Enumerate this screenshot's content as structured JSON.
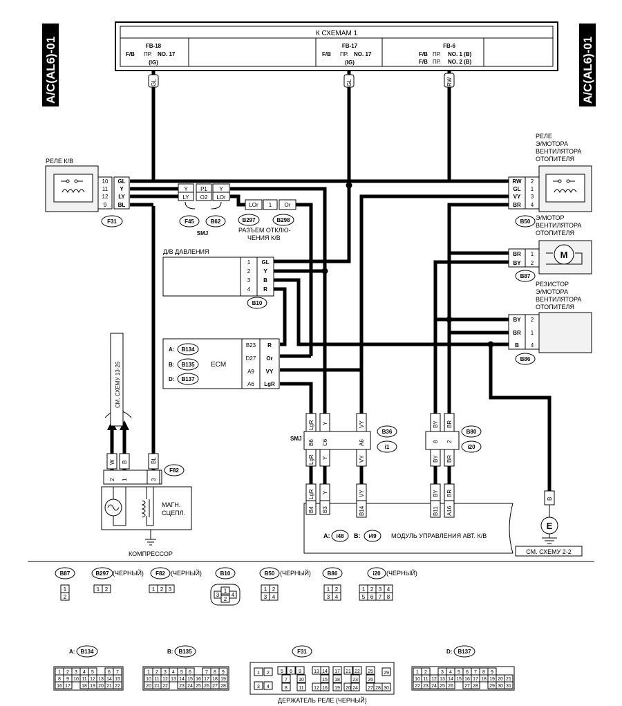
{
  "side_label": "A/C(AL6)-01",
  "top_block": {
    "title": "К СХЕМАМ 1",
    "fuses": [
      {
        "code": "FB-18",
        "fb": "F/B",
        "pr": "ПР.",
        "no": "NO. 17",
        "sub": "(IG)"
      },
      {
        "code": "FB-17",
        "fb": "F/B",
        "pr": "ПР.",
        "no": "NO. 17",
        "sub": "(IG)"
      },
      {
        "code": "FB-6",
        "fb": "F/B",
        "pr": "ПР.",
        "no1": "NO. 1 (B)",
        "no2": "NO. 2 (B)",
        "fb2": "F/B",
        "pr2": "ПР."
      }
    ],
    "wire_tags": [
      "GL",
      "GL",
      "RW"
    ]
  },
  "ac_relay": {
    "title": "РЕЛЕ К/В",
    "pins": [
      "10",
      "11",
      "12",
      "9"
    ],
    "wires": [
      "GL",
      "Y",
      "LY",
      "BL"
    ],
    "conn": "F31"
  },
  "smj_small": {
    "left": [
      "Y",
      "LY"
    ],
    "mid": [
      "P1",
      "O2"
    ],
    "right": [
      "Y",
      "LOr"
    ],
    "conns": [
      "F45",
      "B62"
    ],
    "label": "SMJ"
  },
  "cut_conn": {
    "left": "LOr",
    "pin": "1",
    "right": "Or",
    "conns": [
      "B297",
      "B298"
    ],
    "label1": "РАЗЪЕМ ОТКЛЮ-",
    "label2": "ЧЕНИЯ К/В"
  },
  "pressure": {
    "title": "Д/В ДАВЛЕНИЯ",
    "pins": [
      "1",
      "2",
      "3",
      "4"
    ],
    "wires": [
      "GL",
      "Y",
      "B",
      "R"
    ],
    "conn": "B10"
  },
  "ecm": {
    "title": "ECM",
    "labels": [
      "A:",
      "B:",
      "D:"
    ],
    "conns": [
      "B134",
      "B135",
      "B137"
    ],
    "pins": [
      "B23",
      "D27",
      "A9",
      "A6"
    ],
    "wires": [
      "R",
      "Or",
      "VY",
      "LgR"
    ]
  },
  "fan_relay": {
    "title": [
      "РЕЛЕ",
      "Э/МОТОРА",
      "ВЕНТИЛЯТОРА",
      "ОТОПИТЕЛЯ"
    ],
    "pins": [
      "2",
      "1",
      "3",
      "4"
    ],
    "wires": [
      "RW",
      "GL",
      "VY",
      "BR"
    ],
    "conn": "B50"
  },
  "fan_motor": {
    "title": [
      "Э/МОТОР",
      "ВЕНТИЛЯТОРА",
      "ОТОПИТЕЛЯ"
    ],
    "pins": [
      "1",
      "2"
    ],
    "wires": [
      "BR",
      "BY"
    ],
    "conn": "B87",
    "symbol": "M"
  },
  "resistor": {
    "title": [
      "РЕЗИСТОР",
      "Э/МОТОРА",
      "ВЕНТИЛЯТОРА",
      "ОТОПИТЕЛЯ"
    ],
    "pins": [
      "2",
      "1",
      "4"
    ],
    "wires": [
      "BY",
      "BR",
      "B"
    ],
    "conn": "B86"
  },
  "smj_big": {
    "label": "SMJ",
    "pins": [
      "B6",
      "C6",
      "A6",
      "8",
      "2"
    ],
    "top_wires": [
      "LgR",
      "Y",
      "VY",
      "BY",
      "BR"
    ],
    "bottom_wires": [
      "LgR",
      "Y",
      "VY",
      "BY",
      "BR"
    ],
    "conns_left": [
      "B36",
      "i1"
    ],
    "conns_right": [
      "B80",
      "i20"
    ]
  },
  "module": {
    "pins": [
      "B4",
      "B3",
      "B14",
      "B11",
      "A16"
    ],
    "wires": [
      "LgR",
      "Y",
      "VY",
      "BY",
      "BR"
    ],
    "a": "A:",
    "a_conn": "i48",
    "b": "B:",
    "b_conn": "i49",
    "title": "МОДУЛЬ УПРАВЛЕНИЯ АВТ. К/В"
  },
  "compressor": {
    "pins": [
      "2",
      "1",
      "3"
    ],
    "wires": [
      "W",
      "B",
      "BL"
    ],
    "conn": "F82",
    "clutch": [
      "МАГН.",
      "СЦЕПЛ."
    ],
    "title": "КОМПРЕССОР",
    "see": "СМ. СХЕМУ 13-26"
  },
  "ground": {
    "wire": "B",
    "symbol": "E",
    "see": "СМ. СХЕМУ 2-2"
  },
  "legend": {
    "row1": [
      {
        "conn": "B87",
        "note": "",
        "cells": [
          [
            "1"
          ],
          [
            "2"
          ]
        ]
      },
      {
        "conn": "B297",
        "note": "(ЧЕРНЫЙ)",
        "cells": [
          [
            "1",
            "2"
          ]
        ]
      },
      {
        "conn": "F82",
        "note": "(ЧЕРНЫЙ)",
        "cells": [
          [
            "1",
            "2",
            "3"
          ]
        ]
      },
      {
        "conn": "B10",
        "note": "",
        "cells": [
          [
            "1"
          ],
          [
            "3",
            "4"
          ],
          [
            "2"
          ]
        ]
      },
      {
        "conn": "B50",
        "note": "(ЧЕРНЫЙ)",
        "cells": [
          [
            "1",
            "2"
          ],
          [
            "3",
            "4"
          ]
        ]
      },
      {
        "conn": "B86",
        "note": "",
        "cells": [
          [
            "1",
            "2"
          ],
          [
            "3",
            "4"
          ]
        ]
      },
      {
        "conn": "i20",
        "note": "(ЧЕРНЫЙ)",
        "cells": [
          [
            "1",
            "2",
            "3",
            "4"
          ],
          [
            "5",
            "6",
            "7",
            "8"
          ]
        ]
      }
    ],
    "b134": {
      "label": "A:",
      "conn": "B134",
      "rows": [
        [
          "1",
          "2",
          "3",
          "4",
          "5",
          "",
          "6",
          "7"
        ],
        [
          "8",
          "9",
          "10",
          "11",
          "12",
          "13",
          "14",
          "15"
        ],
        [
          "16",
          "17",
          "",
          "18",
          "19",
          "20",
          "21",
          "22"
        ]
      ]
    },
    "b135": {
      "label": "B:",
      "conn": "B135",
      "rows": [
        [
          "1",
          "2",
          "3",
          "4",
          "5",
          "6",
          "",
          "7",
          "8",
          "9"
        ],
        [
          "10",
          "11",
          "12",
          "13",
          "14",
          "15",
          "16",
          "17",
          "18",
          "19"
        ],
        [
          "20",
          "21",
          "22",
          "",
          "23",
          "24",
          "25",
          "26",
          "27",
          "28"
        ]
      ]
    },
    "f31": {
      "conn": "F31",
      "caption": "ДЕРЖАТЕЛЬ РЕЛЕ (ЧЕРНЫЙ)",
      "nums": [
        "1",
        "2",
        "3",
        "4",
        "5",
        "6",
        "7",
        "8",
        "9",
        "10",
        "11",
        "12",
        "13",
        "14",
        "15",
        "16",
        "17",
        "18",
        "19",
        "20",
        "21",
        "22",
        "23",
        "24",
        "25",
        "26",
        "27",
        "28",
        "29",
        "30"
      ]
    },
    "b137": {
      "label": "D:",
      "conn": "B137",
      "rows": [
        [
          "1",
          "2",
          "",
          "3",
          "4",
          "5",
          "6",
          "7",
          "8",
          "9"
        ],
        [
          "10",
          "11",
          "12",
          "13",
          "14",
          "15",
          "16",
          "17",
          "18",
          "19",
          "20",
          "21"
        ],
        [
          "22",
          "23",
          "24",
          "25",
          "26",
          "",
          "27",
          "28",
          "",
          "29",
          "30",
          "31"
        ]
      ]
    }
  }
}
